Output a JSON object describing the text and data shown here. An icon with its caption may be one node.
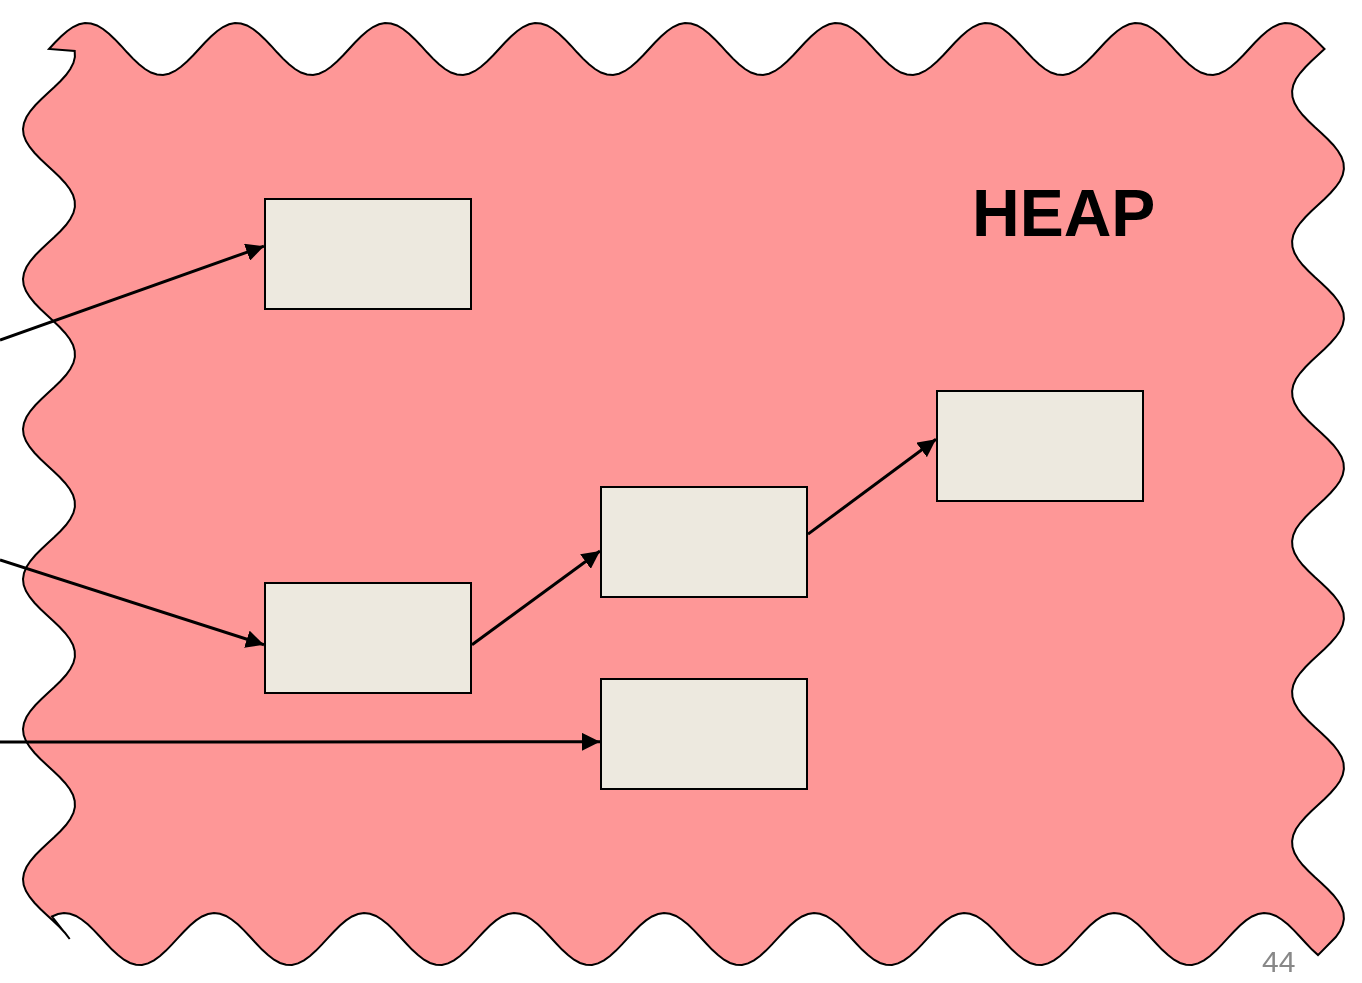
{
  "diagram": {
    "nodes": [
      {
        "text": [
          "HEAP"
        ]
      },
      {
        "text": [],
        "shape": "box",
        "in": 0
      },
      {
        "text": [],
        "shape": "box",
        "in": 0
      },
      {
        "text": [],
        "shape": "box",
        "in": 0
      },
      {
        "text": [],
        "shape": "box",
        "in": 0
      },
      {
        "text": [],
        "shape": "box",
        "in": 0
      }
    ],
    "edges": [
      {
        "from": null,
        "to": 1,
        "arrow": "to"
      },
      {
        "from": null,
        "to": 2,
        "arrow": "to"
      },
      {
        "from": 2,
        "to": 3,
        "arrow": "to"
      },
      {
        "from": 3,
        "to": 4,
        "arrow": "to"
      },
      {
        "from": null,
        "to": 5,
        "arrow": "to"
      }
    ],
    "labels": [
      "44"
    ]
  }
}
